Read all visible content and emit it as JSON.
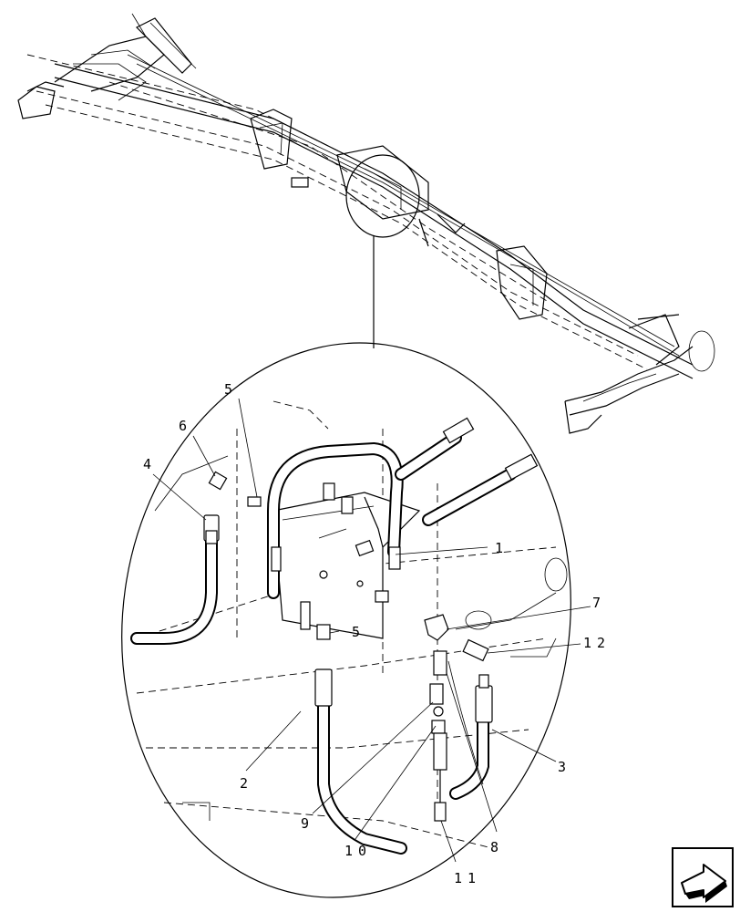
{
  "callouts": [
    {
      "id": "1",
      "text": "1"
    },
    {
      "id": "2",
      "text": "2"
    },
    {
      "id": "3",
      "text": "3"
    },
    {
      "id": "4",
      "text": "4"
    },
    {
      "id": "5a",
      "text": "5"
    },
    {
      "id": "5b",
      "text": "5"
    },
    {
      "id": "6",
      "text": "6"
    },
    {
      "id": "7",
      "text": "7"
    },
    {
      "id": "8",
      "text": "8"
    },
    {
      "id": "9",
      "text": "9"
    },
    {
      "id": "10",
      "text": "10"
    },
    {
      "id": "11",
      "text": "11"
    },
    {
      "id": "12",
      "text": "12"
    }
  ],
  "nav": {
    "icon": "next-page-arrow-icon"
  }
}
